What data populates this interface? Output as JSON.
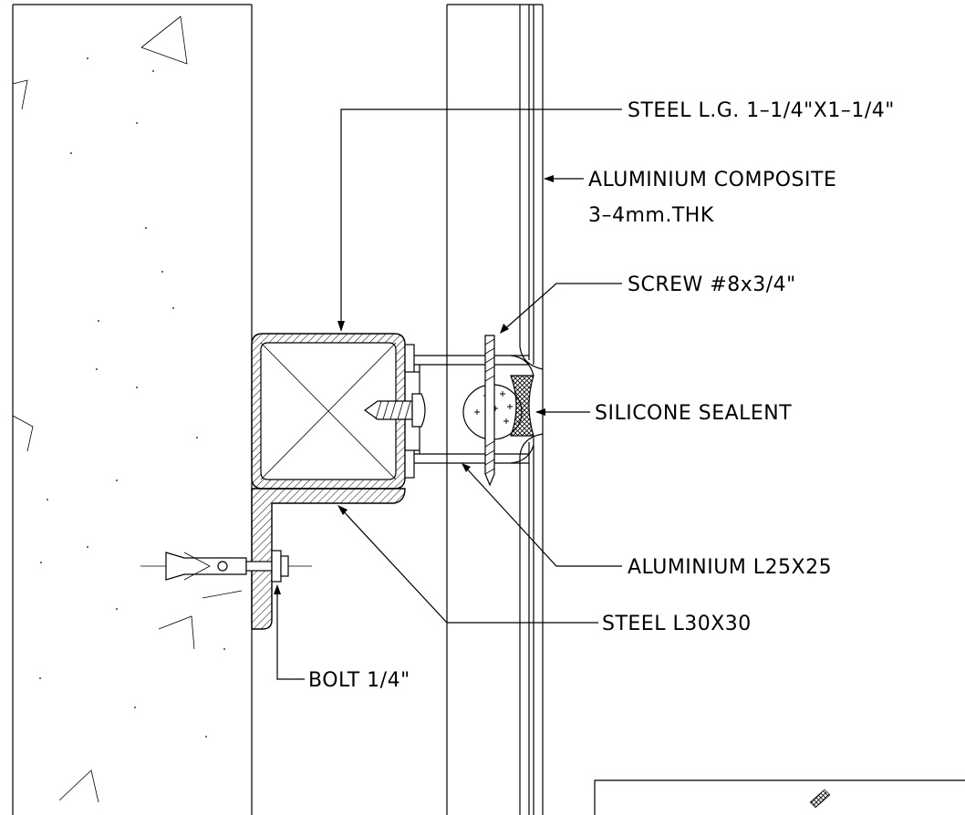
{
  "labels": {
    "steel_lg": "STEEL L.G. 1–1/4\"X1–1/4\"",
    "alum_composite_1": "ALUMINIUM COMPOSITE",
    "alum_composite_2": "3–4mm.THK",
    "screw": "SCREW #8x3/4\"",
    "silicone": "SILICONE SEALENT",
    "alum_l": "ALUMINIUM L25X25",
    "steel_l": "STEEL L30X30",
    "bolt": "BOLT 1/4\""
  }
}
